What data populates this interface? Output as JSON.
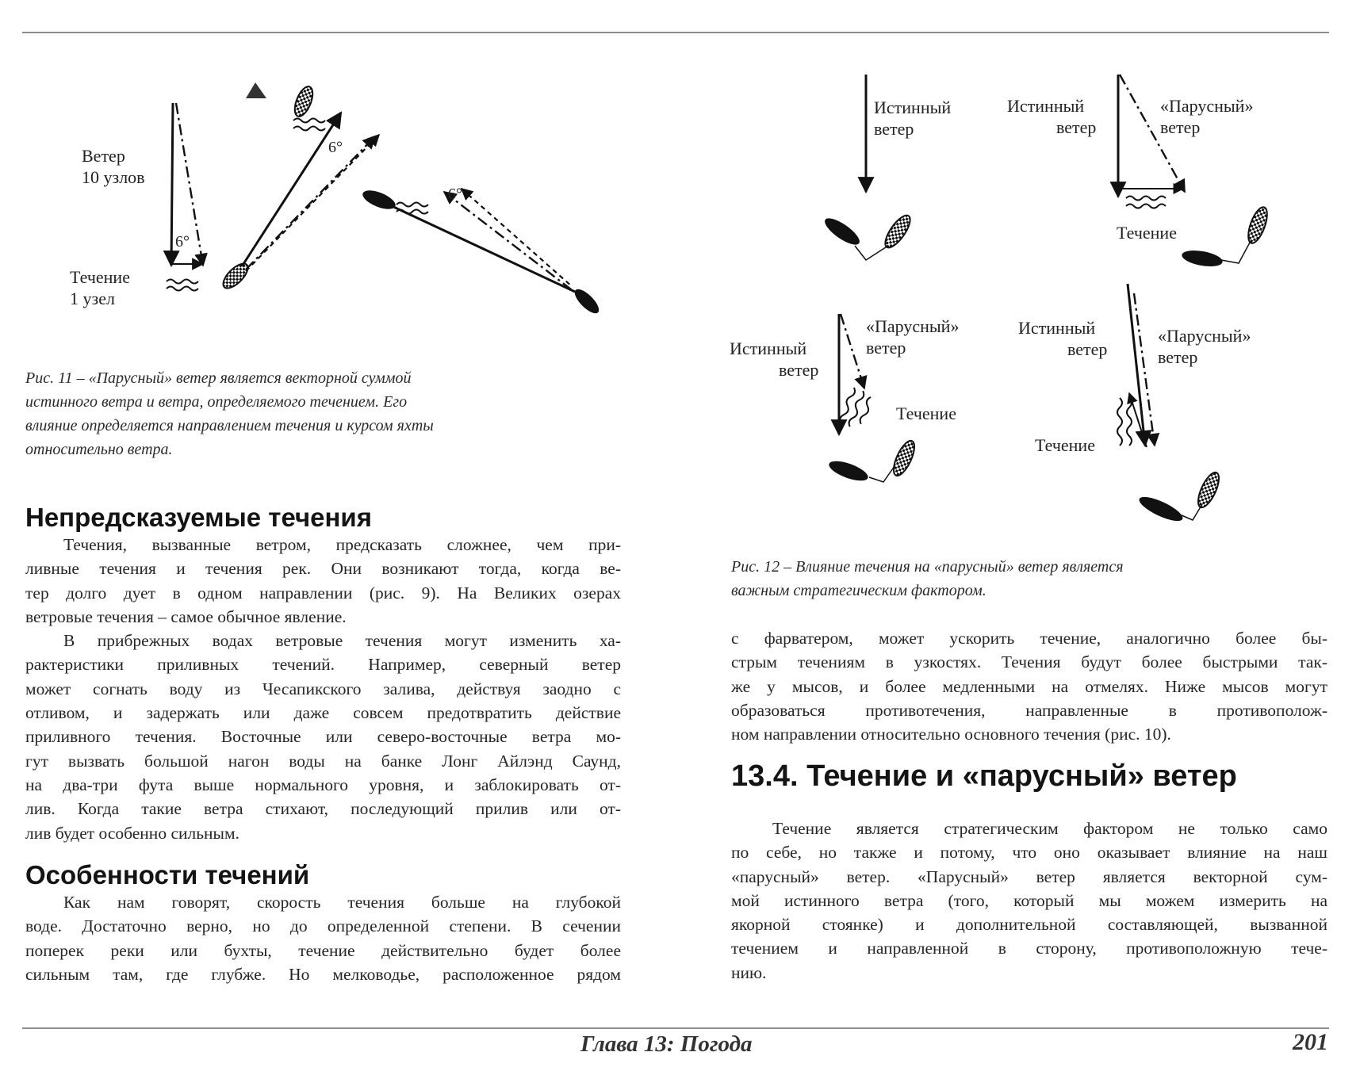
{
  "fig11": {
    "labels": {
      "wind_line1": "Ветер",
      "wind_line2": "10 узлов",
      "current_line1": "Течение",
      "current_line2": "1 узел",
      "angle_1": "6°",
      "angle_2": "6°",
      "angle_3": "6°"
    },
    "caption": [
      "Рис. 11 – «Парусный» ветер является векторной суммой",
      "истинного ветра и ветра, определяемого течением. Его",
      "влияние определяется направлением течения и курсом яхты",
      "относительно ветра."
    ]
  },
  "fig12": {
    "labels": {
      "p1_true_l1": "Истинный",
      "p1_true_l2": "ветер",
      "p2_true_l1": "Истинный",
      "p2_true_l2": "ветер",
      "p2_app_l1": "«Парусный»",
      "p2_app_l2": "ветер",
      "p2_current": "Течение",
      "p3_app_l1": "«Парусный»",
      "p3_app_l2": "ветер",
      "p3_true_l1": "Истинный",
      "p3_true_l2": "ветер",
      "p3_current": "Течение",
      "p4_true_l1": "Истинный",
      "p4_true_l2": "ветер",
      "p4_app_l1": "«Парусный»",
      "p4_app_l2": "ветер",
      "p4_current": "Течение"
    },
    "caption": [
      "Рис. 12 – Влияние течения на «парусный» ветер является",
      "важным стратегическим фактором."
    ]
  },
  "section_unpredictable": {
    "heading": "Непредсказуемые течения",
    "lines": [
      "Течения, вызванные ветром, предсказать сложнее, чем при-",
      "ливные течения и течения рек. Они возникают тогда, когда ве-",
      "тер долго дует в одном направлении (рис. 9). На Великих озерах",
      "ветровые течения – самое обычное явление.",
      "В прибрежных водах ветровые течения могут изменить ха-",
      "рактеристики приливных течений. Например, северный ветер",
      "может согнать воду из Чесапикского залива, действуя заодно с",
      "отливом, и задержать или даже совсем предотвратить действие",
      "приливного течения. Восточные или северо-восточные ветра мо-",
      "гут вызвать большой нагон воды на банке Лонг Айлэнд Саунд,",
      "на два-три фута выше нормального уровня, и заблокировать от-",
      "лив. Когда такие ветра стихают, последующий прилив или от-",
      "лив будет особенно сильным."
    ]
  },
  "section_features": {
    "heading": "Особенности течений",
    "lines": [
      "Как нам говорят, скорость течения больше на глубокой",
      "воде. Достаточно верно, но до определенной степени. В сечении",
      "поперек реки или бухты, течение действительно будет более",
      "сильным там, где глубже. Но мелководье, расположенное рядом"
    ]
  },
  "right_continuation": {
    "lines": [
      "с фарватером, может ускорить течение, аналогично более бы-",
      "стрым течениям в узкостях. Течения будут более быстрыми так-",
      "же у мысов, и более медленными на отмелях. Ниже мысов могут",
      "образоваться противотечения, направленные в противополож-",
      "ном направлении относительно основного течения (рис. 10)."
    ]
  },
  "section_13_4": {
    "heading": "13.4. Течение и «парусный» ветер",
    "lines": [
      "Течение является стратегическим фактором не только само",
      "по себе, но также и потому, что оно оказывает влияние на наш",
      "«парусный» ветер. «Парусный» ветер является векторной сум-",
      "мой истинного ветра (того, который мы можем измерить на",
      "якорной стоянке) и дополнительной составляющей, вызванной",
      "течением и направленной в сторону, противоположную тече-",
      "нию."
    ]
  },
  "footer": {
    "chapter": "Глава 13: Погода",
    "page_number": "201"
  }
}
